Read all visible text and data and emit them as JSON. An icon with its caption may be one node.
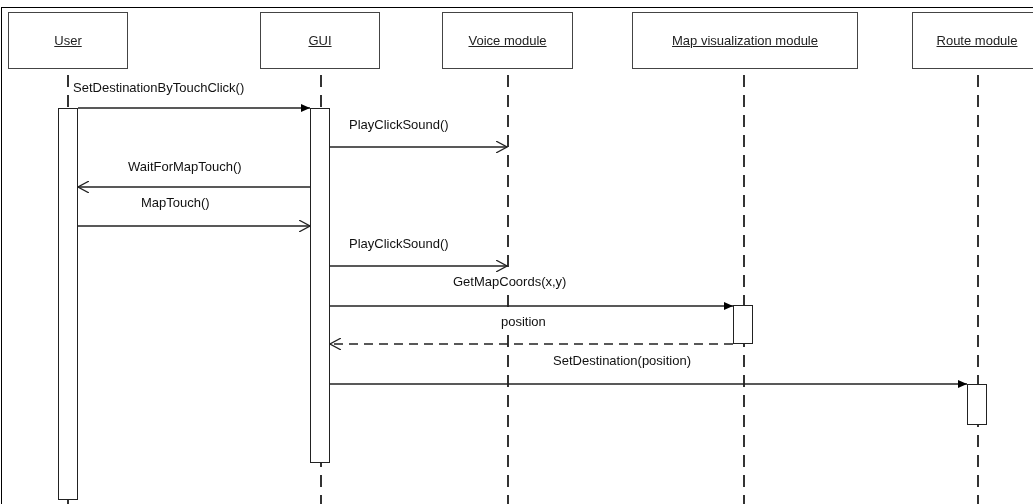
{
  "diagram": {
    "nodes": [
      {
        "text": [
          "User"
        ]
      },
      {
        "text": [
          "GUI"
        ]
      },
      {
        "text": [
          "Voice module"
        ]
      },
      {
        "text": [
          "Map visualization module"
        ]
      },
      {
        "text": [
          "Route module"
        ]
      },
      {
        "text": [],
        "shape": "bar"
      },
      {
        "text": [],
        "shape": "bar"
      },
      {
        "text": [],
        "shape": "bar"
      },
      {
        "text": [],
        "shape": "bar"
      },
      {
        "text": [],
        "shape": "line"
      },
      {
        "text": [],
        "shape": "line"
      },
      {
        "text": [],
        "shape": "line"
      },
      {
        "text": [],
        "shape": "line"
      },
      {
        "text": [],
        "shape": "line"
      }
    ],
    "edges": [
      {
        "from": 5,
        "to": 6,
        "arrow": "to",
        "label": "SetDestinationByTouchClick()"
      },
      {
        "from": 6,
        "to": 11,
        "arrow": "to",
        "label": "PlayClickSound()"
      },
      {
        "from": 6,
        "to": 5,
        "arrow": "to",
        "label": "WaitForMapTouch()"
      },
      {
        "from": 5,
        "to": 6,
        "arrow": "to",
        "label": "MapTouch()"
      },
      {
        "from": 6,
        "to": 11,
        "arrow": "to",
        "label": "PlayClickSound()"
      },
      {
        "from": 6,
        "to": 7,
        "arrow": "to",
        "label": "GetMapCoords(x,y)"
      },
      {
        "from": 7,
        "to": 6,
        "arrow": "to",
        "label": "position",
        "style": "dashed"
      },
      {
        "from": 6,
        "to": 8,
        "arrow": "to",
        "label": "SetDestination(position)"
      }
    ]
  }
}
